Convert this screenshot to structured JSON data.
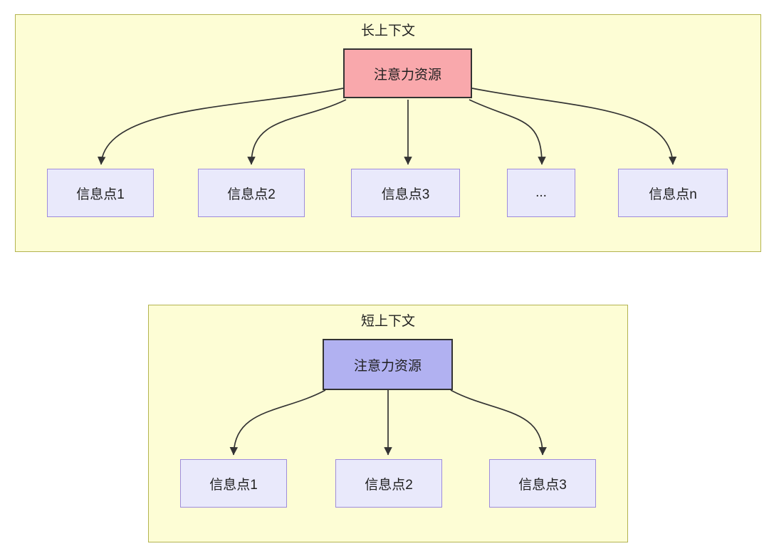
{
  "colors": {
    "canvas-bg": "#ffffff",
    "subgraph-fill": "#fdfdd5",
    "subgraph-border": "#b3b34f",
    "node-fill": "#e9e9fb",
    "node-border": "#9e8cdb",
    "root-long-fill": "#f9a8ac",
    "root-short-fill": "#b1b1f1",
    "root-border": "#333333",
    "edge-color": "#333333",
    "text-color": "#1f1f1f"
  },
  "diagrams": [
    {
      "name": "long-context",
      "title": "长上下文",
      "root": {
        "label": "注意力资源"
      },
      "children": [
        {
          "label": "信息点1"
        },
        {
          "label": "信息点2"
        },
        {
          "label": "信息点3"
        },
        {
          "label": "..."
        },
        {
          "label": "信息点n"
        }
      ]
    },
    {
      "name": "short-context",
      "title": "短上下文",
      "root": {
        "label": "注意力资源"
      },
      "children": [
        {
          "label": "信息点1"
        },
        {
          "label": "信息点2"
        },
        {
          "label": "信息点3"
        }
      ]
    }
  ]
}
